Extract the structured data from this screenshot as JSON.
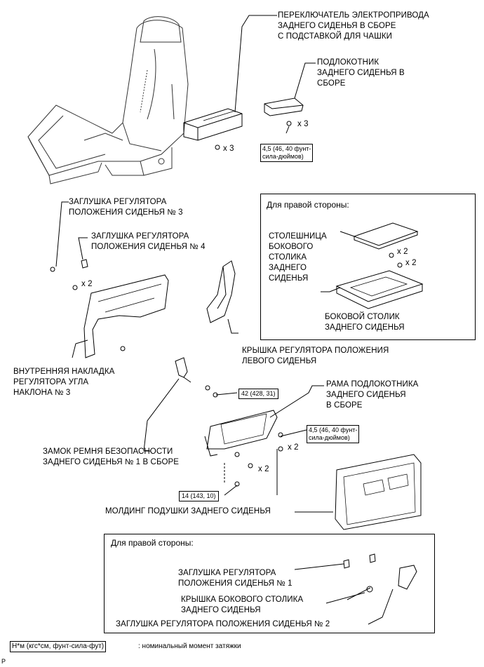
{
  "labels": {
    "switch_assy": "ПЕРЕКЛЮЧАТЕЛЬ ЭЛЕКТРОПРИВОДА\nЗАДНЕГО СИДЕНЬЯ В СБОРЕ\nС ПОДСТАВКОЙ ДЛЯ ЧАШКИ",
    "armrest_assy": "ПОДЛОКОТНИК\nЗАДНЕГО СИДЕНЬЯ В\nСБОРЕ",
    "cap_no3": "ЗАГЛУШКА РЕГУЛЯТОРА\nПОЛОЖЕНИЯ СИДЕНЬЯ № 3",
    "cap_no4": "ЗАГЛУШКА РЕГУЛЯТОРА\nПОЛОЖЕНИЯ СИДЕНЬЯ № 4",
    "tabletop": "СТОЛЕШНИЦА\nБОКОВОГО\nСТОЛИКА\nЗАДНЕГО\nСИДЕНЬЯ",
    "side_table": "БОКОВОЙ СТОЛИК\nЗАДНЕГО СИДЕНЬЯ",
    "left_adjuster_cover": "КРЫШКА РЕГУЛЯТОРА ПОЛОЖЕНИЯ\nЛЕВОГО СИДЕНЬЯ",
    "inner_recliner_cover": "ВНУТРЕННЯЯ НАКЛАДКА\nРЕГУЛЯТОРА УГЛА\nНАКЛОНА № 3",
    "armrest_frame": "РАМА ПОДЛОКОТНИКА\nЗАДНЕГО СИДЕНЬЯ\nВ СБОРЕ",
    "seat_belt_buckle": "ЗАМОК РЕМНЯ БЕЗОПАСНОСТИ\nЗАДНЕГО СИДЕНЬЯ № 1 В СБОРЕ",
    "cushion_molding": "МОЛДИНГ ПОДУШКИ ЗАДНЕГО СИДЕНЬЯ",
    "cap_no1": "ЗАГЛУШКА РЕГУЛЯТОРА\nПОЛОЖЕНИЯ СИДЕНЬЯ № 1",
    "side_table_cover": "КРЫШКА БОКОВОГО СТОЛИКА\nЗАДНЕГО СИДЕНЬЯ",
    "cap_no2": "ЗАГЛУШКА РЕГУЛЯТОРА ПОЛОЖЕНИЯ СИДЕНЬЯ № 2"
  },
  "panels": {
    "right_side_top": "Для правой стороны:",
    "right_side_bottom": "Для правой стороны:"
  },
  "torques": {
    "t45_top": "4,5 (46, 40 фунт-\nсила-дюймов)",
    "t42": "42 (428, 31)",
    "t45_mid": "4,5 (46, 40 фунт-\nсила-дюймов)",
    "t14": "14 (143, 10)"
  },
  "quantities": {
    "q_switch": "x 3",
    "q_armrest": "x 3",
    "q_cap": "x 2",
    "q_table1": "x 2",
    "q_table2": "x 2",
    "q_frame1": "x 2",
    "q_frame2": "x 2"
  },
  "legend": {
    "unit_box": "Н*м (кгс*см, фунт-сила-фут)",
    "meaning": ": номинальный момент затяжки"
  },
  "corner_mark": "P"
}
